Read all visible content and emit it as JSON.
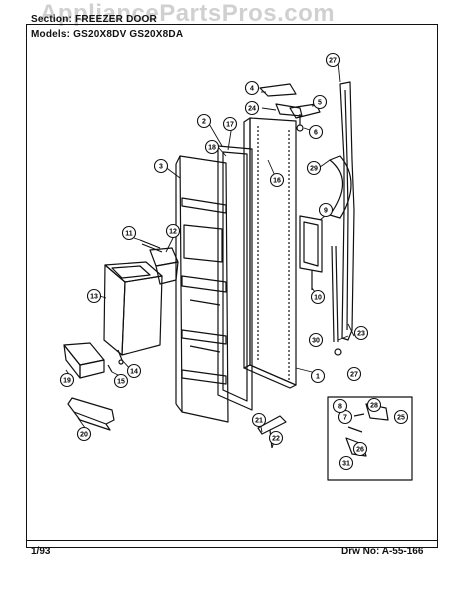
{
  "header": {
    "section_line": "Section: FREEZER DOOR",
    "model_line": "Models: GS20X8DV GS20X8DA"
  },
  "footer": {
    "date": "1/93",
    "drawing_number": "Drw No: A-55-166"
  },
  "watermark": "AppliancePartsPros.com",
  "callouts": [
    "1",
    "2",
    "3",
    "4",
    "5",
    "6",
    "7",
    "8",
    "9",
    "10",
    "11",
    "12",
    "13",
    "14",
    "15",
    "16",
    "17",
    "18",
    "19",
    "20",
    "21",
    "22",
    "23",
    "24",
    "25",
    "26",
    "27",
    "27",
    "28",
    "29",
    "30",
    "31"
  ]
}
